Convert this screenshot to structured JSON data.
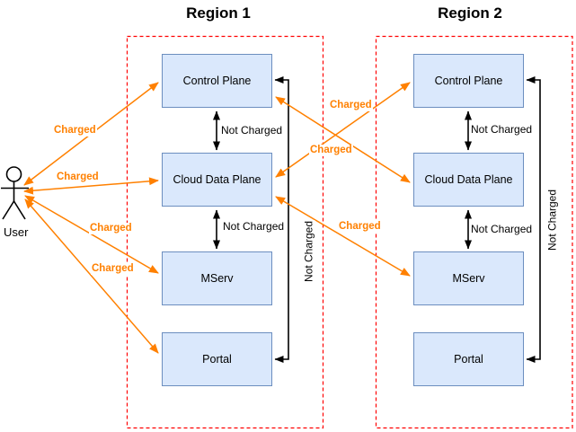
{
  "diagram_title": "",
  "actor": {
    "label": "User"
  },
  "regions": [
    {
      "title": "Region 1",
      "nodes": [
        {
          "label": "Control Plane"
        },
        {
          "label": "Cloud Data Plane"
        },
        {
          "label": "MServ"
        },
        {
          "label": "Portal"
        }
      ]
    },
    {
      "title": "Region 2",
      "nodes": [
        {
          "label": "Control Plane"
        },
        {
          "label": "Cloud Data Plane"
        },
        {
          "label": "MServ"
        },
        {
          "label": "Portal"
        }
      ]
    }
  ],
  "edges": {
    "user_to_r1_control_plane": {
      "label": "Charged"
    },
    "user_to_r1_cloud_data_plane": {
      "label": "Charged"
    },
    "user_to_r1_mserv": {
      "label": "Charged"
    },
    "user_to_r1_portal": {
      "label": "Charged"
    },
    "r1_control_plane_to_r2_cloud_data_plane": {
      "label": "Charged"
    },
    "r2_control_plane_to_r1_cloud_data_plane": {
      "label": "Charged"
    },
    "r1_cloud_data_plane_to_r2_mserv": {
      "label": "Charged"
    },
    "r1_control_plane_to_r1_cloud_data_plane": {
      "label": "Not Charged"
    },
    "r1_cloud_data_plane_to_r1_mserv": {
      "label": "Not Charged"
    },
    "r1_portal_to_r1_control_plane": {
      "label": "Not Charged"
    },
    "r2_control_plane_to_r2_cloud_data_plane": {
      "label": "Not Charged"
    },
    "r2_cloud_data_plane_to_r2_mserv": {
      "label": "Not Charged"
    },
    "r2_portal_to_r2_control_plane": {
      "label": "Not Charged"
    }
  },
  "colors": {
    "node_fill": "#dae8fc",
    "node_border": "#6c8ebf",
    "charged_accent": "#ff8000",
    "not_charged_line": "#000000",
    "region_frame": "#ff0000"
  }
}
